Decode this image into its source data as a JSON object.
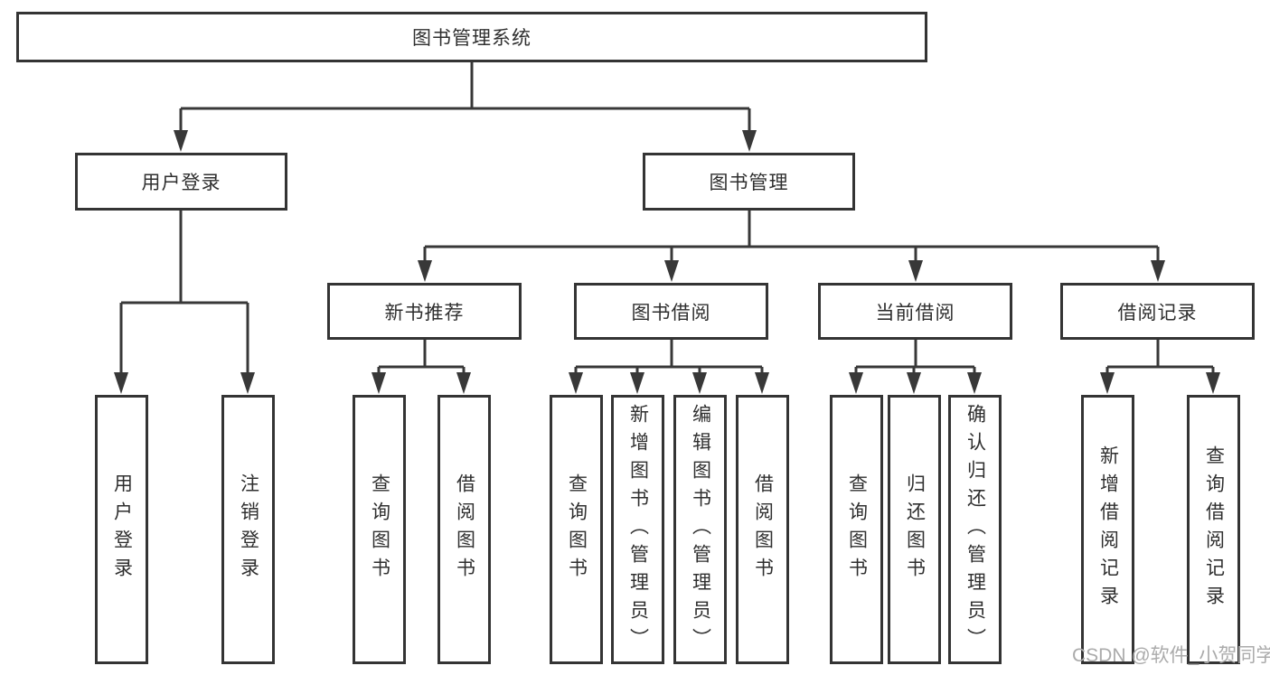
{
  "diagram": {
    "title_node": {
      "label": "图书管理系统"
    },
    "level2": [
      {
        "label": "用户登录"
      },
      {
        "label": "图书管理"
      }
    ],
    "level3": [
      {
        "label": "新书推荐"
      },
      {
        "label": "图书借阅"
      },
      {
        "label": "当前借阅"
      },
      {
        "label": "借阅记录"
      }
    ],
    "leaves": {
      "user": [
        {
          "label": "用户登录"
        },
        {
          "label": "注销登录"
        }
      ],
      "recommend": [
        {
          "label": "查询图书"
        },
        {
          "label": "借阅图书"
        }
      ],
      "borrow": [
        {
          "label": "查询图书"
        },
        {
          "label": "新增图书（管理员）"
        },
        {
          "label": "编辑图书（管理员）"
        },
        {
          "label": "借阅图书"
        }
      ],
      "current": [
        {
          "label": "查询图书"
        },
        {
          "label": "归还图书"
        },
        {
          "label": "确认归还（管理员）"
        }
      ],
      "records": [
        {
          "label": "新增借阅记录"
        },
        {
          "label": "查询借阅记录"
        }
      ]
    },
    "colors": {
      "line": "#383838",
      "box_border": "#343434",
      "text": "#2f2f2f",
      "watermark": "#ababab",
      "background": "#ffffff"
    }
  },
  "watermark": {
    "text": "CSDN @软件_小贺同学"
  }
}
